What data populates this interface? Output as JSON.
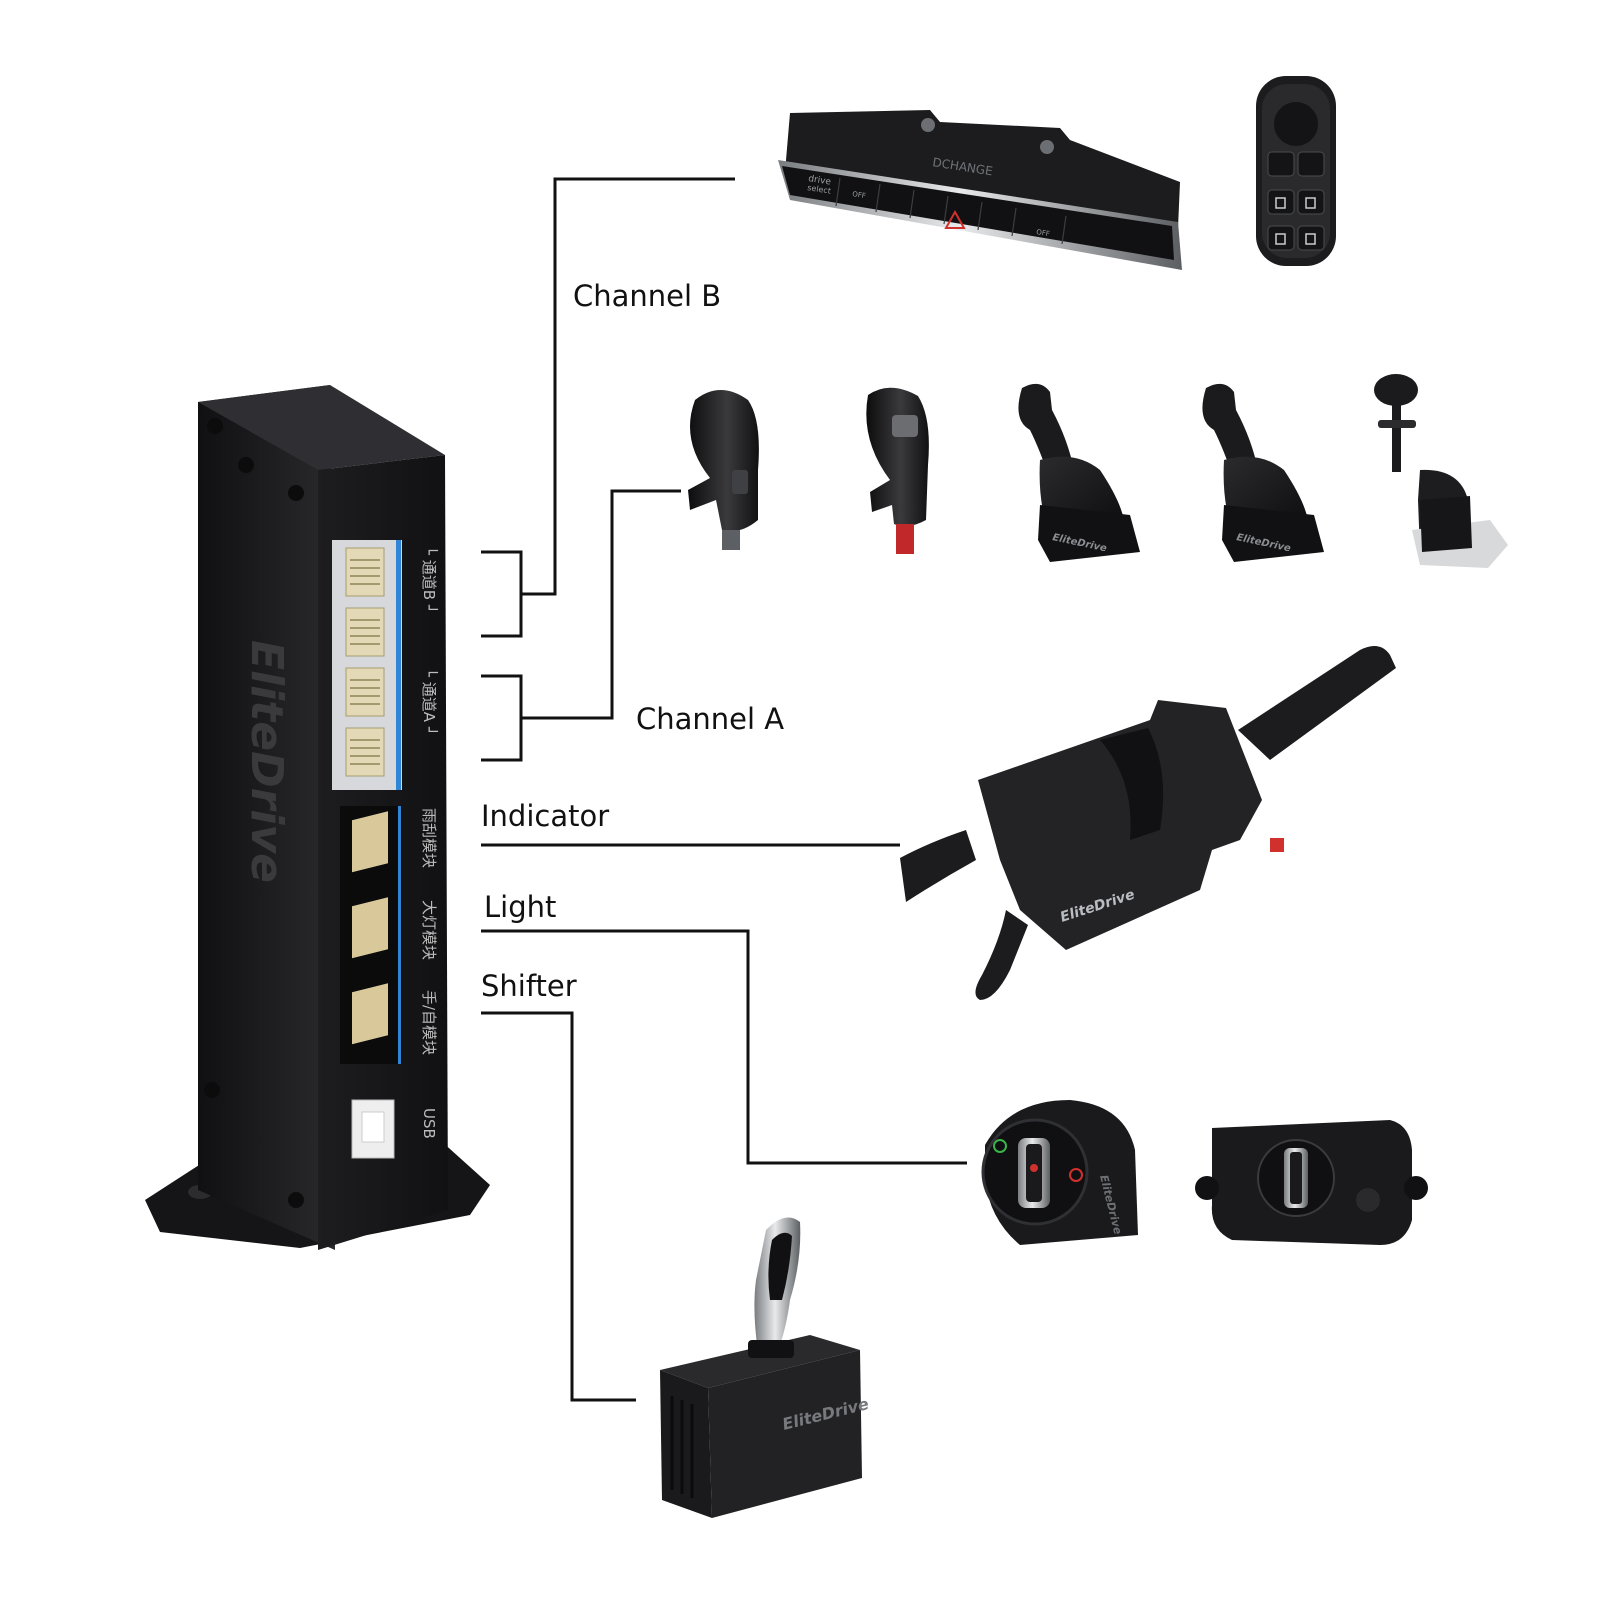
{
  "labels": {
    "channel_b": "Channel B",
    "channel_a": "Channel A",
    "indicator": "Indicator",
    "light": "Light",
    "shifter": "Shifter"
  },
  "hub": {
    "brand": "EliteDrive",
    "port_labels": {
      "channel_b": "└ 通道B ┘",
      "channel_a": "└ 通道A ┘",
      "wiper_module": "雨刮模块",
      "light_module": "大灯模块",
      "shifter_module": "手/自模块",
      "usb": "USB"
    }
  },
  "devices": {
    "button_bar_text": "DCHANGE",
    "button_bar_drive": "drive",
    "button_bar_select": "select",
    "button_bar_off_1": "OFF",
    "button_bar_off_2": "OFF",
    "stalk_brand": "EliteDrive",
    "shifter_brand": "EliteDrive",
    "light_switch_brand": "EliteDrive",
    "hpattern_brand_1": "EliteDrive",
    "hpattern_brand_2": "EliteDrive"
  },
  "colors": {
    "line": "#111111",
    "device_body": "#1c1c1e",
    "accent_blue": "#2f86d6",
    "accent_red": "#d0312d"
  }
}
